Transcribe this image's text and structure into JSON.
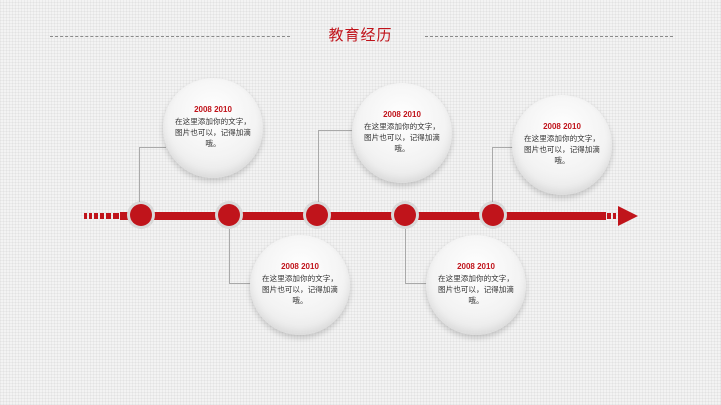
{
  "title": "教育经历",
  "milestones": [
    {
      "year": "2008  2010",
      "text": "在这里添加你的文字，图片也可以，记得加滴哦。"
    },
    {
      "year": "2008  2010",
      "text": "在这里添加你的文字，图片也可以，记得加滴哦。"
    },
    {
      "year": "2008  2010",
      "text": "在这里添加你的文字，图片也可以，记得加滴哦。"
    },
    {
      "year": "2008  2010",
      "text": "在这里添加你的文字，图片也可以，记得加滴哦。"
    },
    {
      "year": "2008  2010",
      "text": "在这里添加你的文字，图片也可以，记得加滴哦。"
    }
  ],
  "colors": {
    "accent": "#c0141b",
    "connector": "#a9a9a9",
    "text": "#333333"
  }
}
